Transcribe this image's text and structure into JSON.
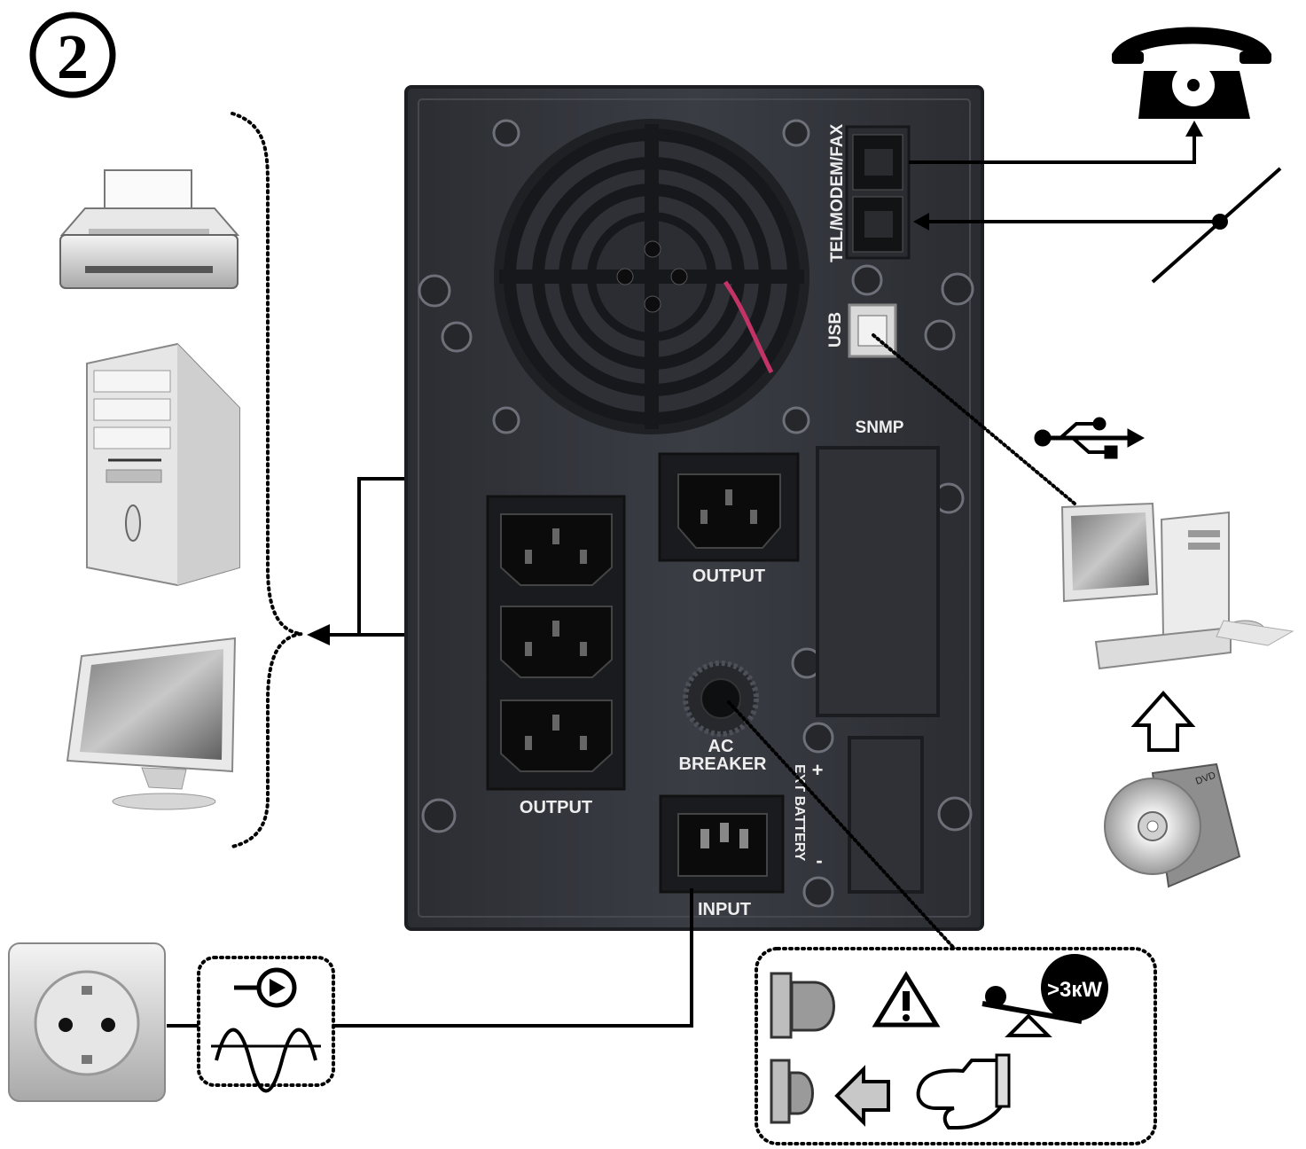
{
  "step_number": "2",
  "ups": {
    "tel_label": "TEL/MODEM/FAX",
    "usb_label": "USB",
    "snmp_label": "SNMP",
    "output_top_label": "OUTPUT",
    "output_group_label": "OUTPUT",
    "ac_breaker_line1": "AC",
    "ac_breaker_line2": "BREAKER",
    "input_label": "INPUT",
    "battery_label": "EXT BATTERY",
    "battery_plus": "+",
    "battery_minus": "-"
  },
  "badge": {
    "power": ">3кW"
  },
  "colors": {
    "case": "#34373d",
    "background": "#ffffff",
    "lines": "#000000"
  }
}
